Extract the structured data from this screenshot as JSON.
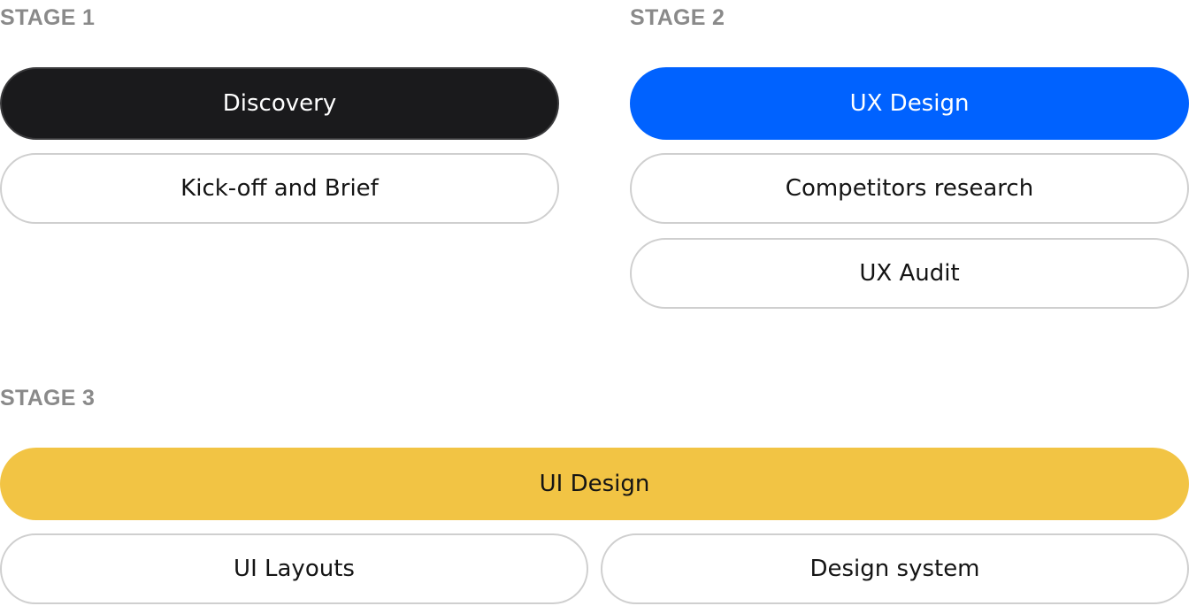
{
  "stage1": {
    "label": "STAGE 1",
    "header": "Discovery",
    "steps": [
      "Kick-off and Brief"
    ]
  },
  "stage2": {
    "label": "STAGE 2",
    "header": "UX Design",
    "steps": [
      "Competitors research",
      "UX Audit"
    ]
  },
  "stage3": {
    "label": "STAGE 3",
    "header": "UI Design",
    "steps": [
      "UI Layouts",
      "Design system"
    ]
  },
  "colors": {
    "stage1_header": "#1a1a1c",
    "stage2_header": "#0062ff",
    "stage3_header": "#f2c444",
    "stage_label": "#8a8a8a",
    "outline": "#cfcfcf"
  }
}
